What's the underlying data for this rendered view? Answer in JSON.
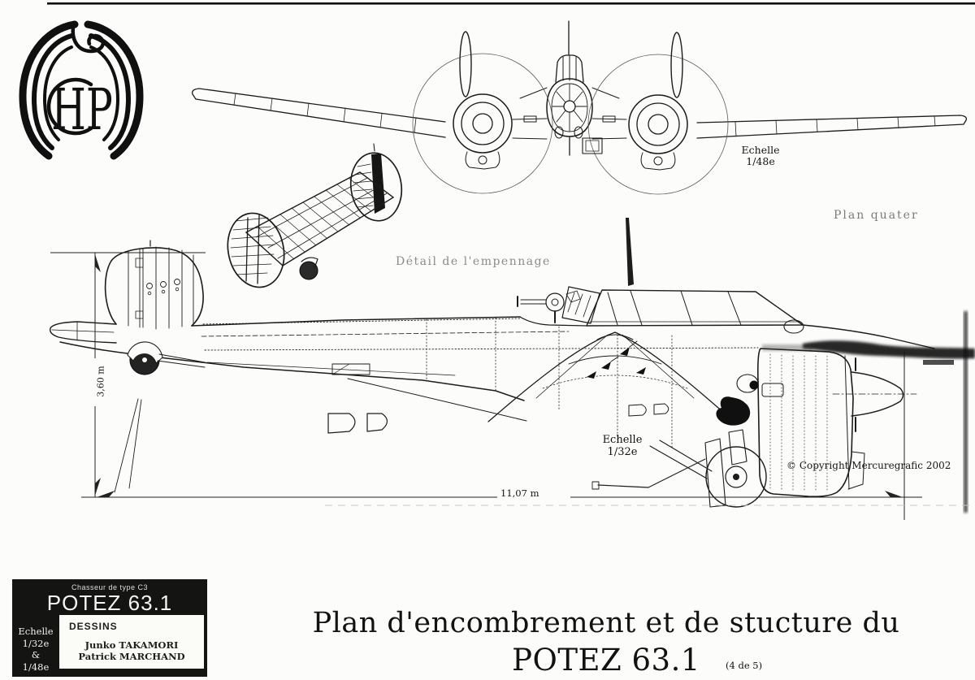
{
  "logo": {
    "monogram": "HP"
  },
  "labels": {
    "front_view_scale_label": "Echelle",
    "front_view_scale_value": "1/48e",
    "side_view_scale_label": "Echelle",
    "side_view_scale_value": "1/32e",
    "plan_label": "Plan quater",
    "empennage_caption": "Détail de l'empennage",
    "copyright": "© Copyright Mercuregrafic 2002"
  },
  "dimensions": {
    "height": "3,60 m",
    "length": "11,07 m"
  },
  "title_block": {
    "type_line": "Chasseur de type C3",
    "aircraft_name": "POTEZ 63.1",
    "scale_lines": [
      "Echelle",
      "1/32e",
      "&",
      "1/48e"
    ],
    "drawings_label": "DESSINS",
    "authors": [
      "Junko TAKAMORI",
      "Patrick MARCHAND"
    ]
  },
  "main_title": {
    "line1": "Plan d'encombrement et de stucture du",
    "line2": "POTEZ 63.1",
    "sheet_note": "(4 de 5)"
  },
  "colors": {
    "ink": "#1a1a1a",
    "paper": "#fcfcfa",
    "faded_ink": "#7b7b78"
  }
}
